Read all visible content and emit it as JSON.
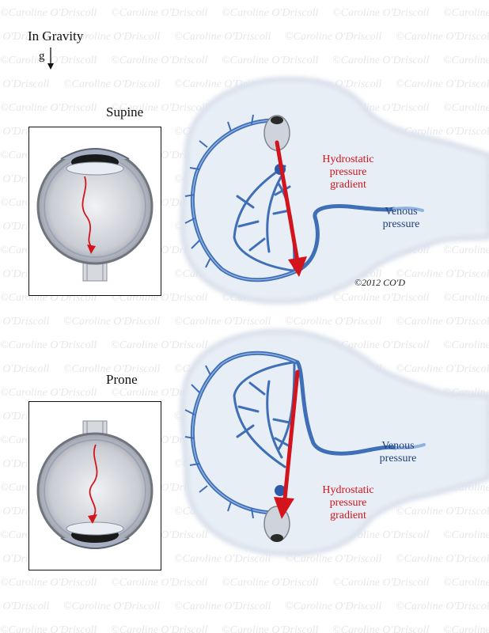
{
  "title": "In Gravity",
  "gravity_symbol": "g",
  "watermark_text": "©Caroline O'Driscoll",
  "supine": {
    "label": "Supine",
    "hydrostatic_label": [
      "Hydrostatic",
      "pressure",
      "gradient"
    ],
    "venous_label": [
      "Venous",
      "pressure"
    ]
  },
  "prone": {
    "label": "Prone",
    "hydrostatic_label": [
      "Hydrostatic",
      "pressure",
      "gradient"
    ],
    "venous_label": [
      "Venous",
      "pressure"
    ]
  },
  "copyright": "©2012 CO'D",
  "colors": {
    "vessel": "#3f6fb6",
    "vessel_light": "#8fb2e0",
    "arrow_red": "#d4141c",
    "head_fill": "#e8eef5",
    "label_red": "#d4141c",
    "label_blue": "#23407a"
  }
}
